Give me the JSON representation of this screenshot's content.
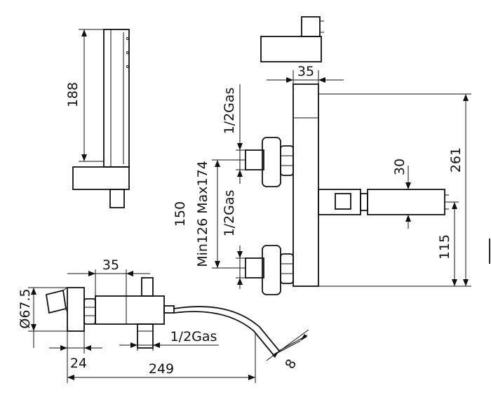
{
  "colors": {
    "line": "#111111",
    "background": "#ffffff"
  },
  "dimensions": {
    "handshower_length": "188",
    "top_width": "35",
    "overall_height": "261",
    "inlet_top": "1/2Gas",
    "inlet_spacing": "150",
    "inlet_range": "Min126 Max174",
    "inlet_bottom": "1/2Gas",
    "outlet_diameter": "30",
    "outlet_height": "115",
    "body_width": "35",
    "rosette_diameter": "Ø67.5",
    "outlet_thread": "1/2Gas",
    "wall_offset": "24",
    "projection": "249",
    "hose_diameter": "8"
  }
}
